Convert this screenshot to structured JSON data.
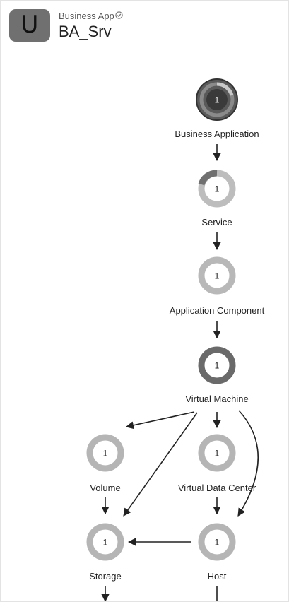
{
  "header": {
    "icon_letter": "U",
    "entity_type": "Business App",
    "entity_name": "BA_Srv"
  },
  "colors": {
    "ring_light": "#b0b0b0",
    "ring_mid": "#8c8c8c",
    "ring_dark": "#4d4d4d",
    "node_core_dark": "#3a3a3a",
    "edge": "#222222"
  },
  "graph": {
    "nodes": {
      "business_application": {
        "label": "Business Application",
        "count": "1"
      },
      "service": {
        "label": "Service",
        "count": "1"
      },
      "application_component": {
        "label": "Application Component",
        "count": "1"
      },
      "virtual_machine": {
        "label": "Virtual Machine",
        "count": "1"
      },
      "volume": {
        "label": "Volume",
        "count": "1"
      },
      "virtual_data_center": {
        "label": "Virtual Data Center",
        "count": "1"
      },
      "storage": {
        "label": "Storage",
        "count": "1"
      },
      "host": {
        "label": "Host",
        "count": "1"
      }
    }
  }
}
